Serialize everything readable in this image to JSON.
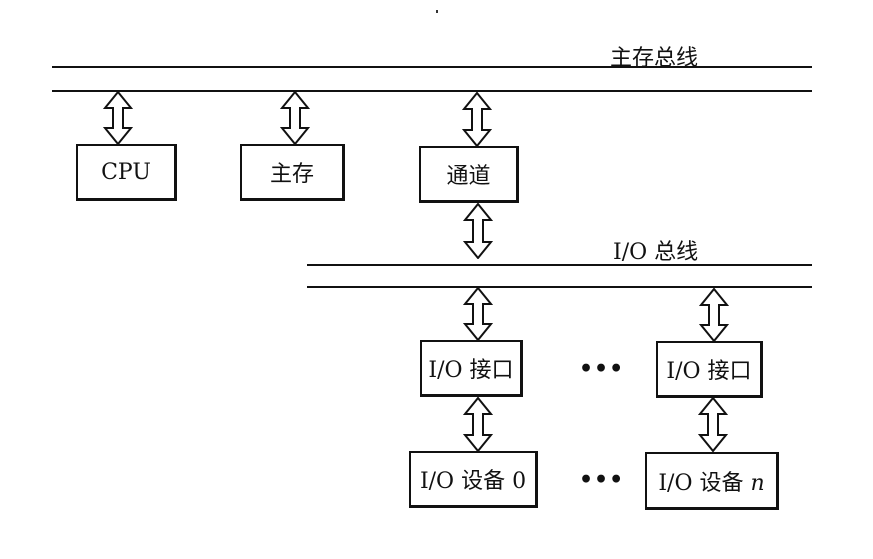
{
  "diagram": {
    "main_bus": {
      "label": "主存总线"
    },
    "io_bus": {
      "label": "I/O 总线"
    },
    "nodes": {
      "cpu": {
        "label": "CPU"
      },
      "main_memory": {
        "label": "主存"
      },
      "channel": {
        "label": "通道"
      },
      "io_interface_0": {
        "label": "I/O 接口"
      },
      "io_interface_n": {
        "label": "I/O 接口"
      },
      "io_device_0": {
        "label": "I/O 设备 0"
      },
      "io_device_n_prefix": {
        "label": "I/O 设备 "
      },
      "io_device_n_suffix": {
        "label": "n"
      }
    },
    "ellipsis": "•••",
    "connections": [
      {
        "from": "main_bus",
        "to": "cpu",
        "type": "bidirectional"
      },
      {
        "from": "main_bus",
        "to": "main_memory",
        "type": "bidirectional"
      },
      {
        "from": "main_bus",
        "to": "channel",
        "type": "bidirectional"
      },
      {
        "from": "channel",
        "to": "io_bus",
        "type": "bidirectional"
      },
      {
        "from": "io_bus",
        "to": "io_interface_0",
        "type": "bidirectional"
      },
      {
        "from": "io_bus",
        "to": "io_interface_n",
        "type": "bidirectional"
      },
      {
        "from": "io_interface_0",
        "to": "io_device_0",
        "type": "bidirectional"
      },
      {
        "from": "io_interface_n",
        "to": "io_device_n",
        "type": "bidirectional"
      }
    ]
  }
}
